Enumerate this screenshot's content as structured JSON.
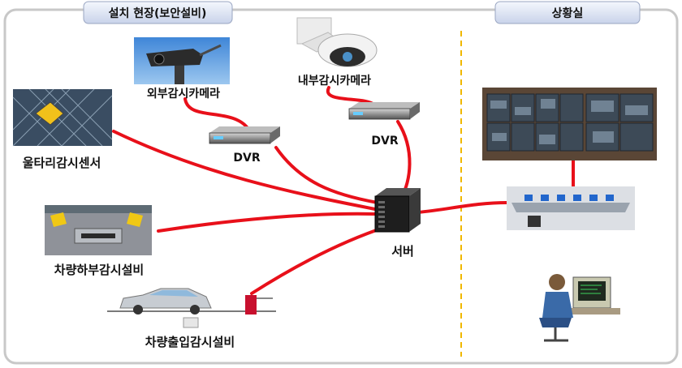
{
  "header": {
    "left_tab": "설치 현장(보안설비)",
    "right_tab": "상황실"
  },
  "nodes": {
    "outdoor_camera": "외부감시카메라",
    "indoor_camera": "내부감시카메라",
    "dvr_left": "DVR",
    "dvr_right": "DVR",
    "fence_sensor": "울타리감시센서",
    "undercarriage": "차량하부감시설비",
    "server": "서버",
    "vehicle_access": "차량출입감시설비"
  },
  "colors": {
    "link": "#e8101a",
    "divider": "#f0b800",
    "frame": "#c8c8c8",
    "tab_fill": "#dde4f2"
  }
}
